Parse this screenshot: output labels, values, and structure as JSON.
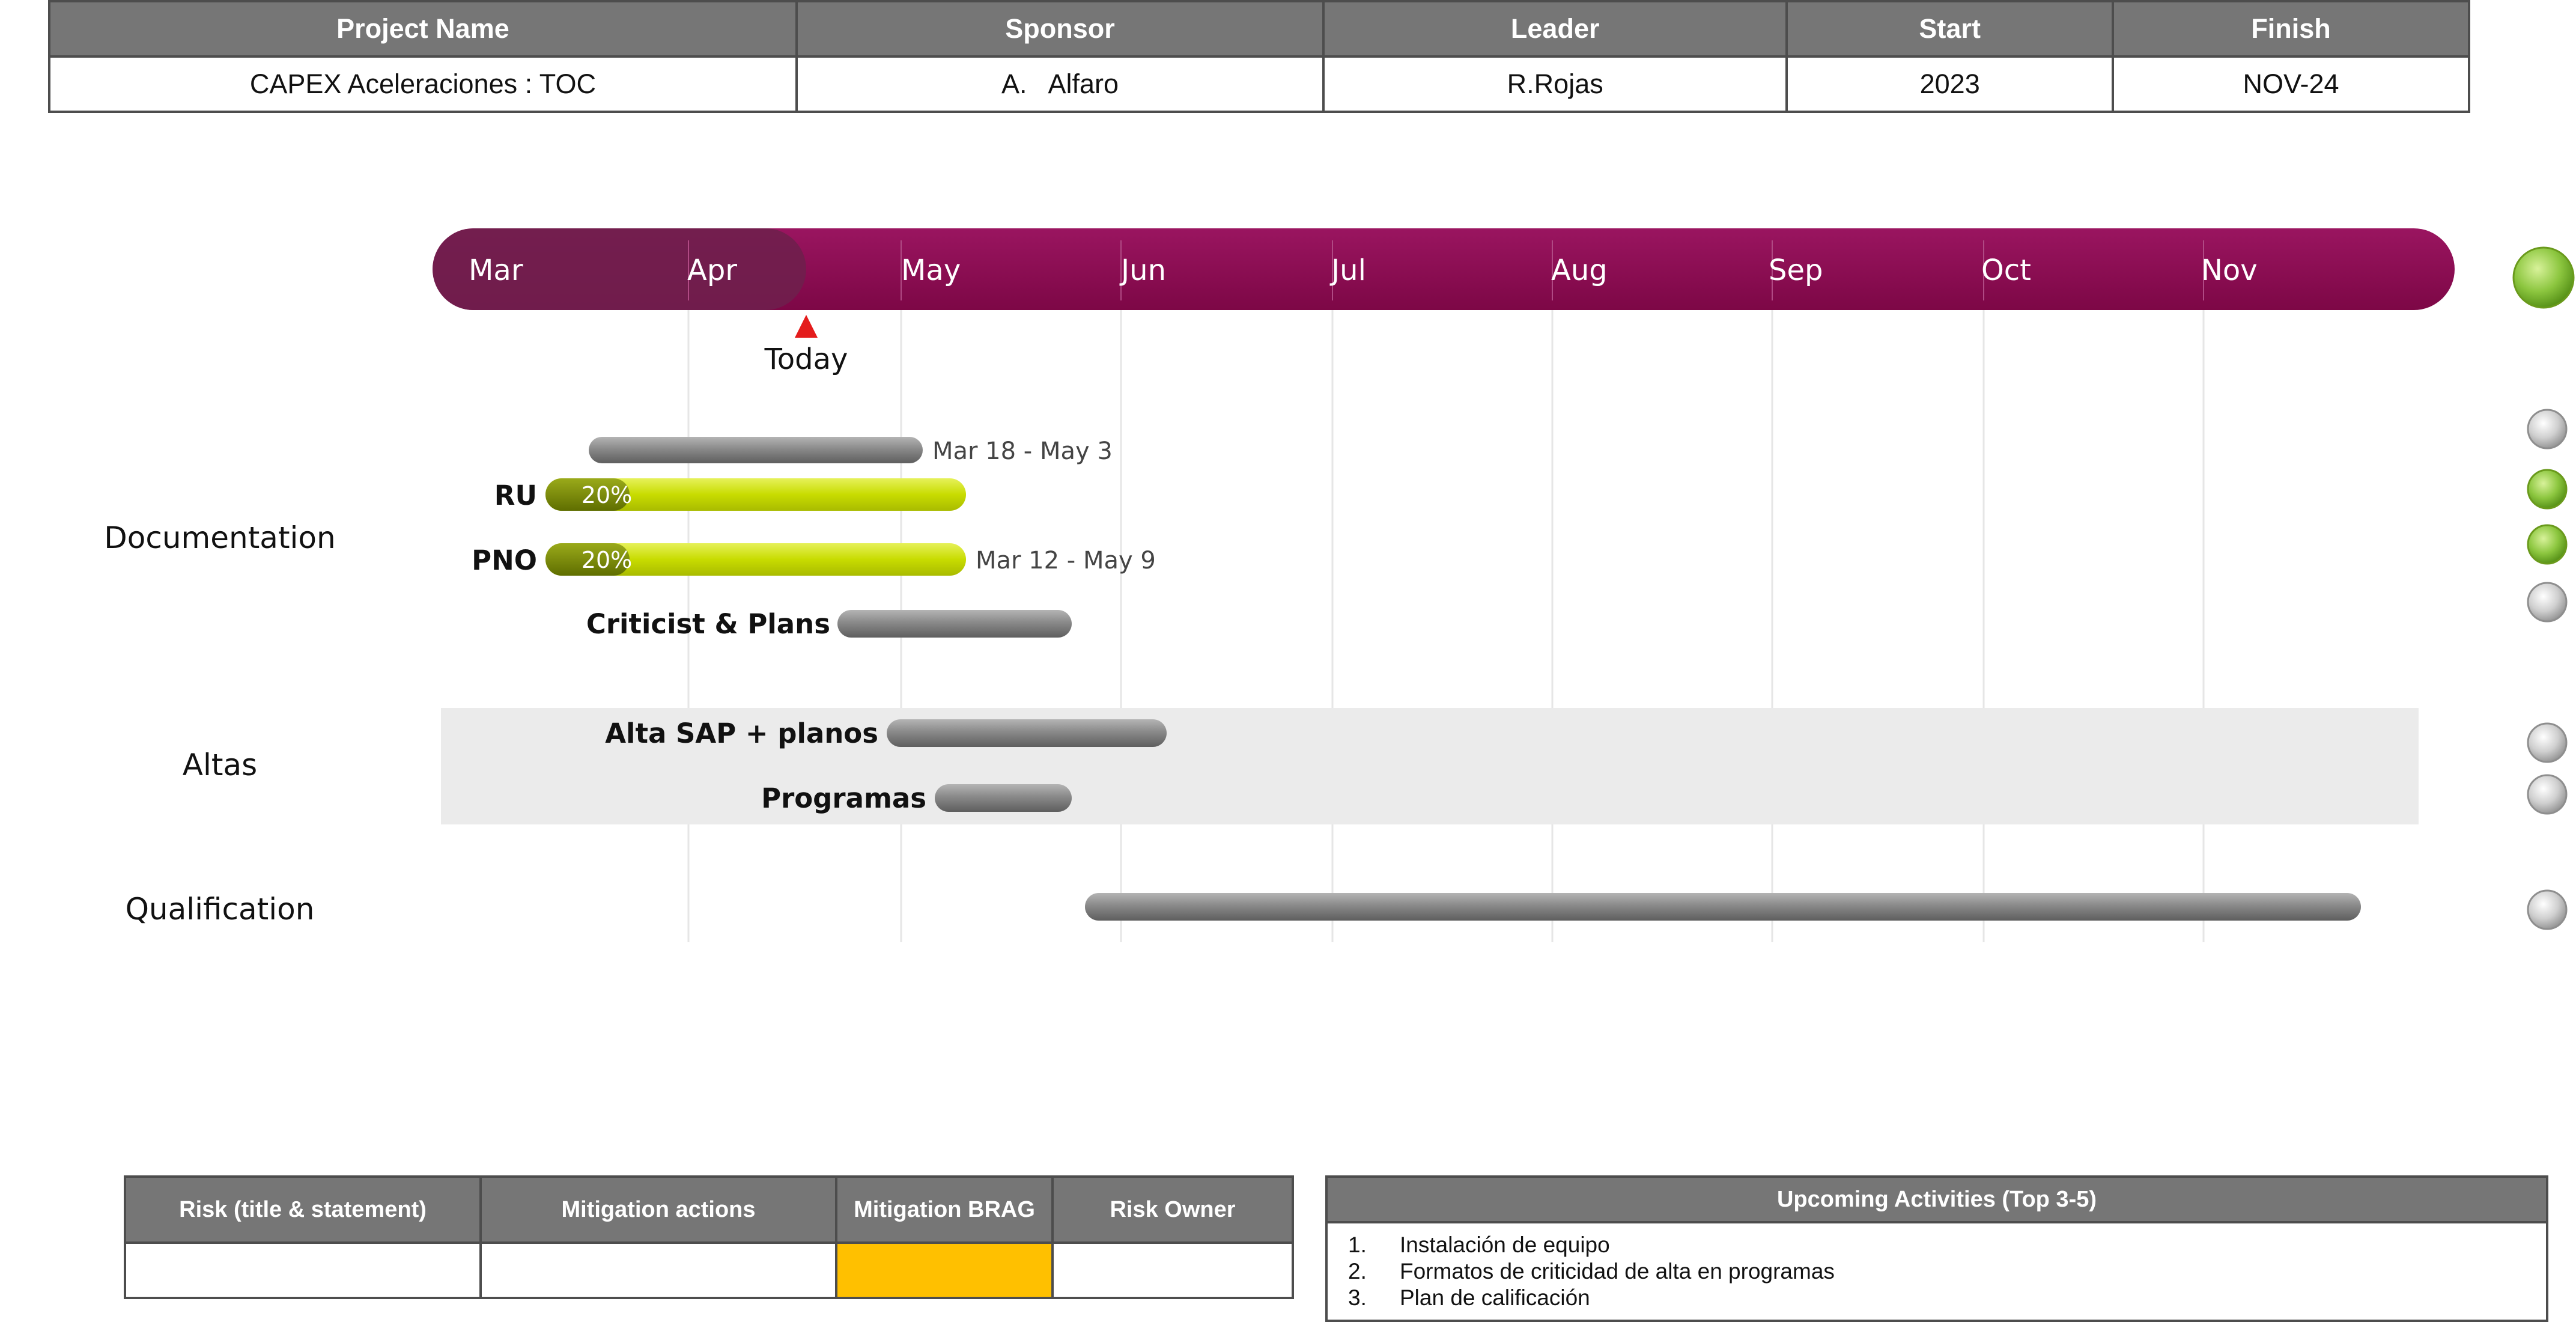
{
  "header": {
    "columns": [
      "Project Name",
      "Sponsor",
      "Leader",
      "Start",
      "Finish"
    ],
    "values": [
      "CAPEX Aceleraciones : TOC",
      "A.   Alfaro",
      "R.Rojas",
      "2023",
      "NOV-24"
    ]
  },
  "timeline": {
    "months": [
      "Mar",
      "Apr",
      "May",
      "Jun",
      "Jul",
      "Aug",
      "Sep",
      "Oct",
      "Nov"
    ],
    "today_label": "Today",
    "colors": {
      "band": "#8b0a50",
      "elapsed": "#6f1f4c",
      "today_marker": "#e41c1c",
      "progress_fill": "#c8dc00",
      "progress_done": "#7a8c00",
      "neutral_bar": "#8a8a8a",
      "group_shade": "#ebebeb",
      "status_green": "#8cc63f",
      "status_gray": "#c8c8c8"
    }
  },
  "groups": [
    {
      "label": "Documentation",
      "tasks": [
        {
          "label": "",
          "date_label": "Mar 18 - May 3",
          "style": "neutral",
          "status": "gray"
        },
        {
          "label": "RU",
          "percent": "20%",
          "date_label": "",
          "style": "progress",
          "status": "green"
        },
        {
          "label": "PNO",
          "percent": "20%",
          "date_label": "Mar 12 - May 9",
          "style": "progress",
          "status": "green"
        },
        {
          "label": "Criticist & Plans",
          "date_label": "",
          "style": "neutral",
          "status": "gray"
        }
      ]
    },
    {
      "label": "Altas",
      "tasks": [
        {
          "label": "Alta SAP + planos",
          "date_label": "",
          "style": "neutral",
          "status": "gray"
        },
        {
          "label": "Programas",
          "date_label": "",
          "style": "neutral",
          "status": "gray"
        }
      ]
    },
    {
      "label": "Qualification",
      "tasks": [
        {
          "label": "",
          "date_label": "",
          "style": "neutral",
          "status": "gray"
        }
      ]
    }
  ],
  "overall_status": "green",
  "risk_table": {
    "headers": [
      "Risk (title & statement)",
      "Mitigation actions",
      "Mitigation BRAG",
      "Risk Owner"
    ],
    "row": [
      "",
      "",
      "",
      ""
    ],
    "brag_color": "#ffc000"
  },
  "upcoming": {
    "title": "Upcoming Activities (Top 3-5)",
    "items": [
      {
        "num": "1.",
        "text": "Instalación de equipo"
      },
      {
        "num": "2.",
        "text": "Formatos de criticidad de alta en programas"
      },
      {
        "num": "3.",
        "text": "Plan de calificación"
      }
    ]
  }
}
